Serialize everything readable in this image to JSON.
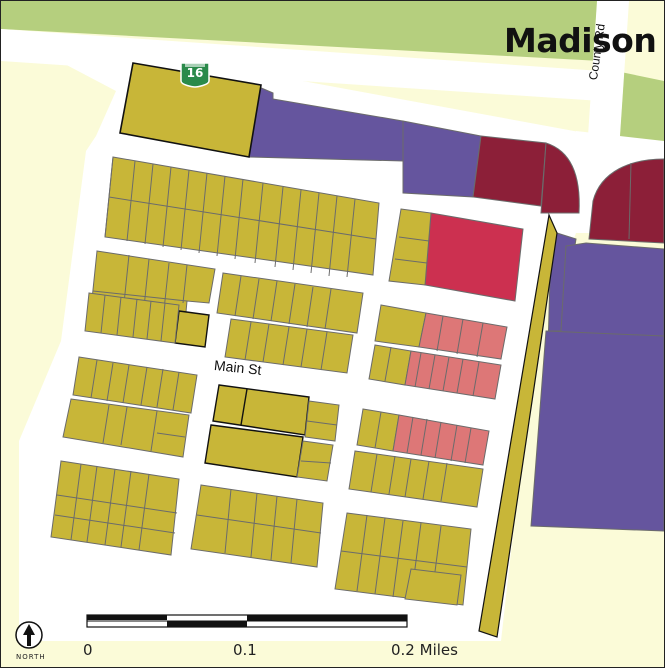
{
  "map": {
    "town_name": "Madison",
    "streets": {
      "main": "Main St",
      "county": "County Rd"
    },
    "route_shield": {
      "number": "16"
    },
    "scale_bar": {
      "labels": [
        "0",
        "0.1",
        "0.2 Miles"
      ]
    },
    "north_arrow": {
      "label": "NORTH"
    },
    "colors": {
      "background": "#fbfbd8",
      "road": "#ffffff",
      "green_strip": "#b5cf7e",
      "parcel_olive": "#c8b638",
      "parcel_purple": "#65559e",
      "parcel_maroon": "#8c1f38",
      "parcel_crimson": "#cc3050",
      "parcel_salmon": "#dd7777",
      "parcel_outline": "#6b6b6b",
      "shield_green": "#2a8a4a"
    }
  }
}
